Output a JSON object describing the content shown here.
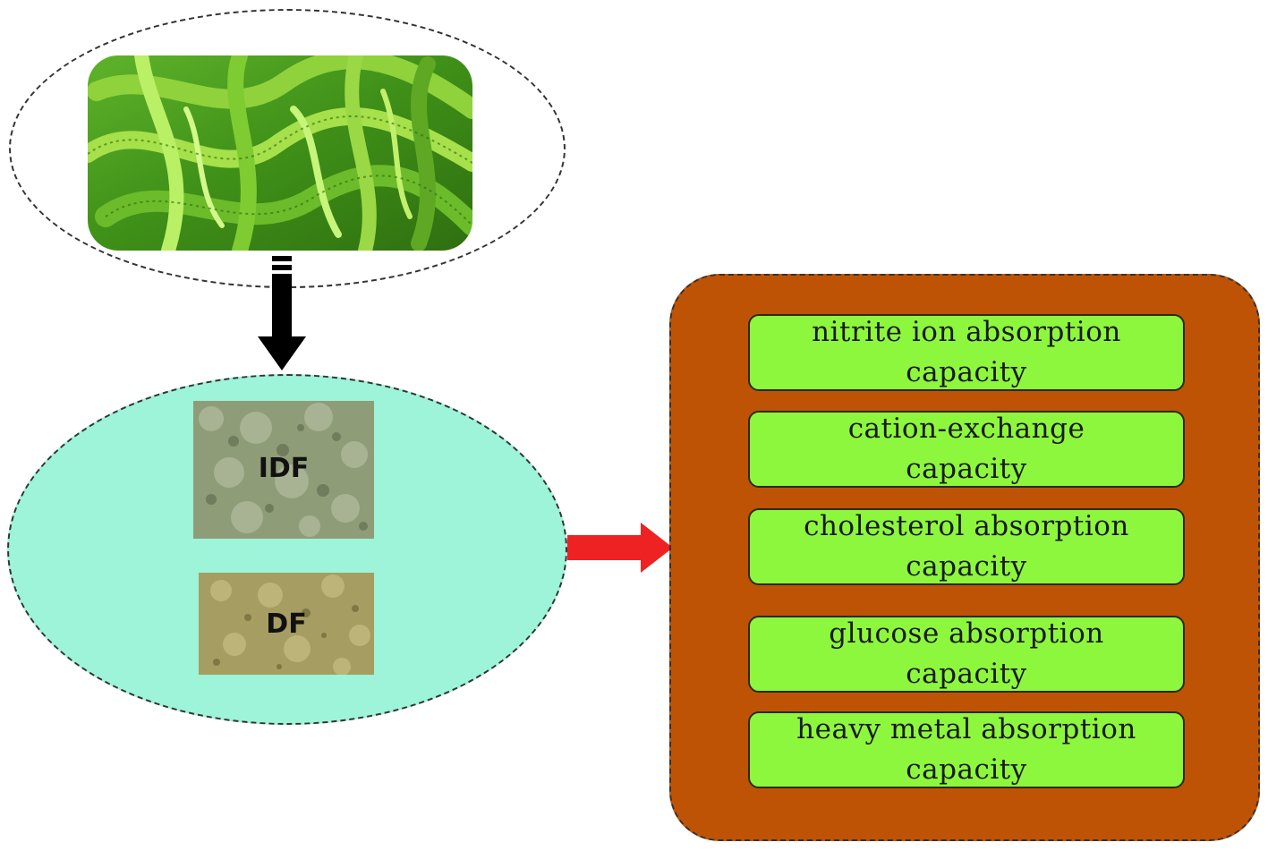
{
  "colors": {
    "ellipse_fill": "#9df4d8",
    "panel_fill": "#be5306",
    "box_fill": "#8df73e",
    "arrow_down": "#000000",
    "arrow_right": "#ee2222"
  },
  "images": {
    "aloe": "aloe-vera-leaves-photo",
    "idf": "powder-photo",
    "df": "powder-photo"
  },
  "labels": {
    "idf": "IDF",
    "df": "DF"
  },
  "properties": [
    {
      "line1": "nitrite ion absorption",
      "line2": "capacity"
    },
    {
      "line1": "cation-exchange",
      "line2": "capacity"
    },
    {
      "line1": "cholesterol absorption",
      "line2": "capacity"
    },
    {
      "line1": "glucose absorption",
      "line2": "capacity"
    },
    {
      "line1": "heavy metal absorption",
      "line2": "capacity"
    }
  ]
}
